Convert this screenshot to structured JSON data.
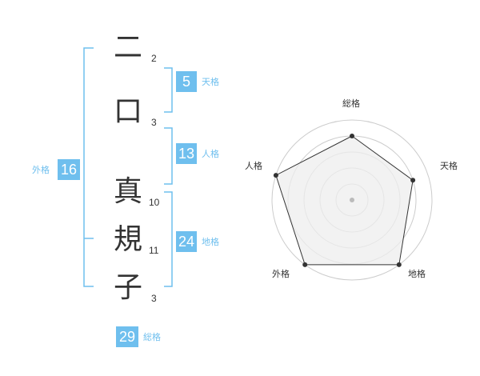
{
  "name": {
    "chars": [
      {
        "char": "二",
        "strokes": "2"
      },
      {
        "char": "口",
        "strokes": "3"
      },
      {
        "char": "真",
        "strokes": "10"
      },
      {
        "char": "規",
        "strokes": "11"
      },
      {
        "char": "子",
        "strokes": "3"
      }
    ]
  },
  "fortunes": {
    "tenkaku": {
      "value": "5",
      "label": "天格"
    },
    "jinkaku": {
      "value": "13",
      "label": "人格"
    },
    "chikaku": {
      "value": "24",
      "label": "地格"
    },
    "gaikaku": {
      "value": "16",
      "label": "外格"
    },
    "soukaku": {
      "value": "29",
      "label": "総格"
    }
  },
  "chart_data": {
    "type": "radar",
    "axes": [
      "総格",
      "天格",
      "地格",
      "外格",
      "人格"
    ],
    "values": [
      4,
      4,
      5,
      5,
      5
    ],
    "max": 5,
    "rings": 5,
    "colors": {
      "line": "#333333",
      "fill": "#eeeeee",
      "ring": "#cccccc",
      "center": "#bbbbbb"
    }
  },
  "colors": {
    "accent": "#6fbfee",
    "text": "#333333"
  }
}
